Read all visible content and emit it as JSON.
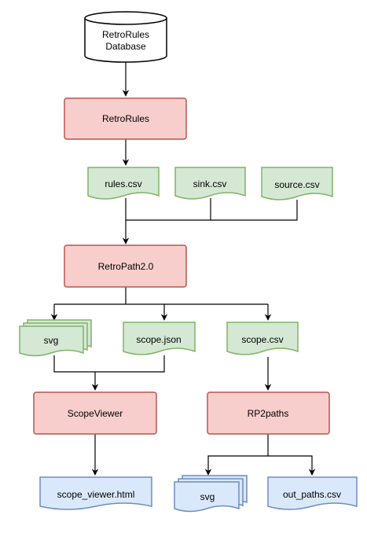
{
  "database": {
    "line1": "RetroRules",
    "line2": "Database"
  },
  "processes": {
    "retrorules": "RetroRules",
    "retropath": "RetroPath2.0",
    "scopeviewer": "ScopeViewer",
    "rp2paths": "RP2paths"
  },
  "documents": {
    "rules": "rules.csv",
    "sink": "sink.csv",
    "source": "source.csv",
    "svg_top": "svg",
    "scope_json": "scope.json",
    "scope_csv": "scope.csv",
    "scope_viewer_html": "scope_viewer.html",
    "svg_bottom": "svg",
    "out_paths": "out_paths.csv"
  },
  "colors": {
    "process_fill": "#f8cecc",
    "process_stroke": "#b85450",
    "green_fill": "#d5e8d4",
    "green_stroke": "#82b366",
    "blue_fill": "#dae8fc",
    "blue_stroke": "#6c8ebf",
    "edge": "#000000"
  }
}
